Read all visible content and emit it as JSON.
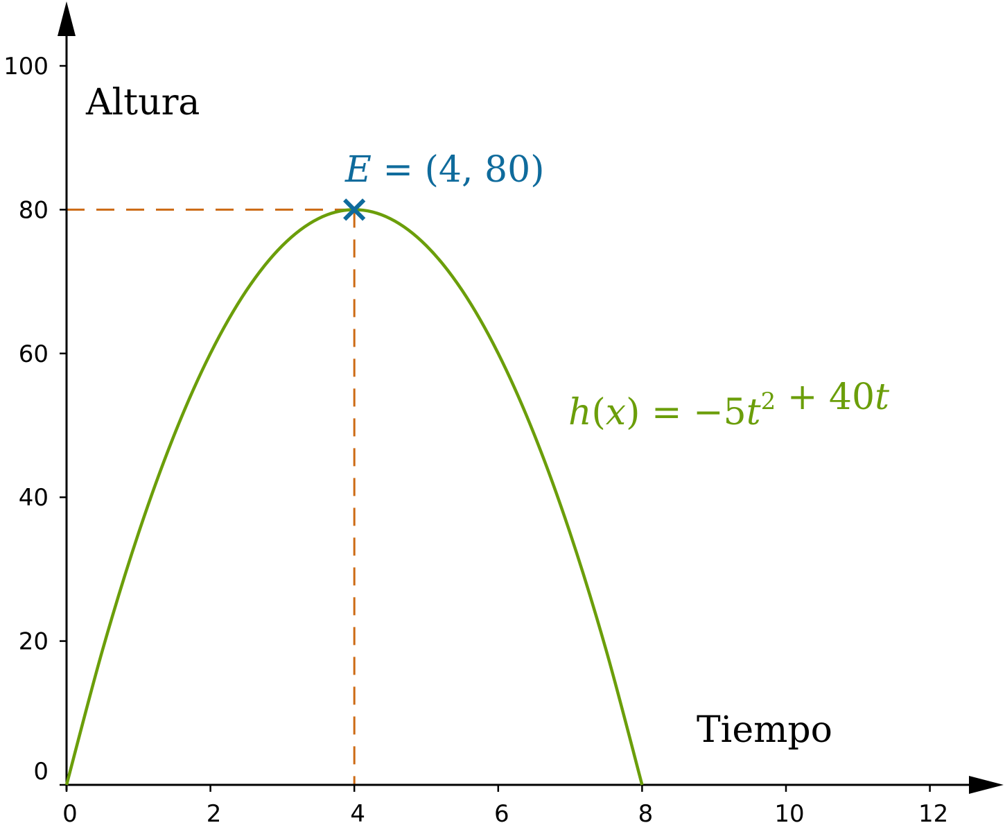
{
  "chart_data": {
    "type": "line",
    "title": "",
    "xlabel": "Tiempo",
    "ylabel": "Altura",
    "xlim": [
      -0.1,
      13.0
    ],
    "ylim": [
      -2,
      108
    ],
    "xticks": [
      0,
      2,
      4,
      6,
      8,
      10,
      12
    ],
    "yticks": [
      0,
      20,
      40,
      60,
      80,
      100
    ],
    "grid": false,
    "series": [
      {
        "formula": "h(x) = −5t² + 40t",
        "color": "#6b9e0a",
        "x": [
          0,
          0.5,
          1,
          1.5,
          2,
          2.5,
          3,
          3.5,
          4,
          4.5,
          5,
          5.5,
          6,
          6.5,
          7,
          7.5,
          8
        ],
        "y": [
          0,
          18.75,
          35,
          48.75,
          60,
          68.75,
          75,
          78.75,
          80,
          78.75,
          75,
          68.75,
          60,
          48.75,
          35,
          18.75,
          0
        ]
      }
    ],
    "annotations": {
      "vertex": {
        "label": "E = (4, 80)",
        "x": 4,
        "y": 80,
        "color": "#0f6b9c"
      },
      "guide_color": "#cc6a14"
    },
    "x_tick_labels": [
      "0",
      "2",
      "4",
      "6",
      "8",
      "10",
      "12"
    ],
    "y_tick_labels": [
      "0",
      "20",
      "40",
      "60",
      "80",
      "100"
    ]
  }
}
